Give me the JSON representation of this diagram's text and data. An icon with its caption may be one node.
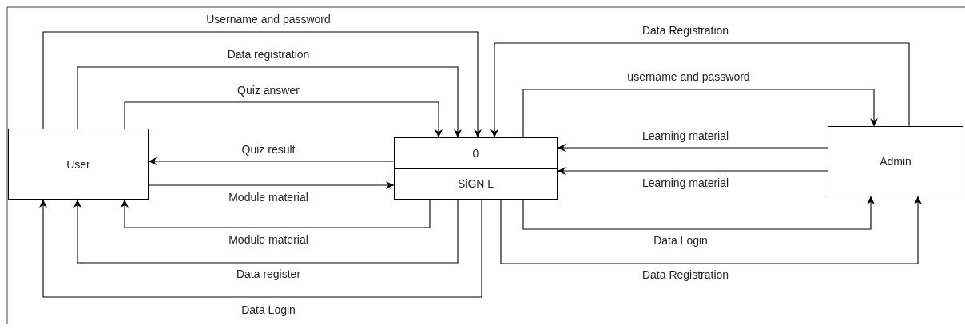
{
  "diagram": {
    "nodes": [
      {
        "text": [
          "User"
        ]
      },
      {
        "text": [
          "0",
          "SiGN L"
        ]
      },
      {
        "text": [
          "Admin"
        ]
      }
    ],
    "edges": [
      {
        "from": 0,
        "to": 1,
        "arrow": "to",
        "label": "Username and password"
      },
      {
        "from": 0,
        "to": 1,
        "arrow": "to",
        "label": "Data registration"
      },
      {
        "from": 0,
        "to": 1,
        "arrow": "to",
        "label": "Quiz answer"
      },
      {
        "from": 1,
        "to": 0,
        "arrow": "to",
        "label": "Quiz result"
      },
      {
        "from": 0,
        "to": 1,
        "arrow": "to",
        "label": "Module material"
      },
      {
        "from": 1,
        "to": 0,
        "arrow": "to",
        "label": "Module material"
      },
      {
        "from": 1,
        "to": 0,
        "arrow": "to",
        "label": "Data register"
      },
      {
        "from": 1,
        "to": 0,
        "arrow": "to",
        "label": "Data Login"
      },
      {
        "from": 2,
        "to": 1,
        "arrow": "to",
        "label": "Data Registration"
      },
      {
        "from": 1,
        "to": 2,
        "arrow": "to",
        "label": "username and password"
      },
      {
        "from": 2,
        "to": 1,
        "arrow": "to",
        "label": "Learning material"
      },
      {
        "from": 2,
        "to": 1,
        "arrow": "to",
        "label": "Learning material"
      },
      {
        "from": 1,
        "to": 2,
        "arrow": "to",
        "label": "Data Login"
      },
      {
        "from": 1,
        "to": 2,
        "arrow": "to",
        "label": "Data Registration"
      }
    ]
  }
}
